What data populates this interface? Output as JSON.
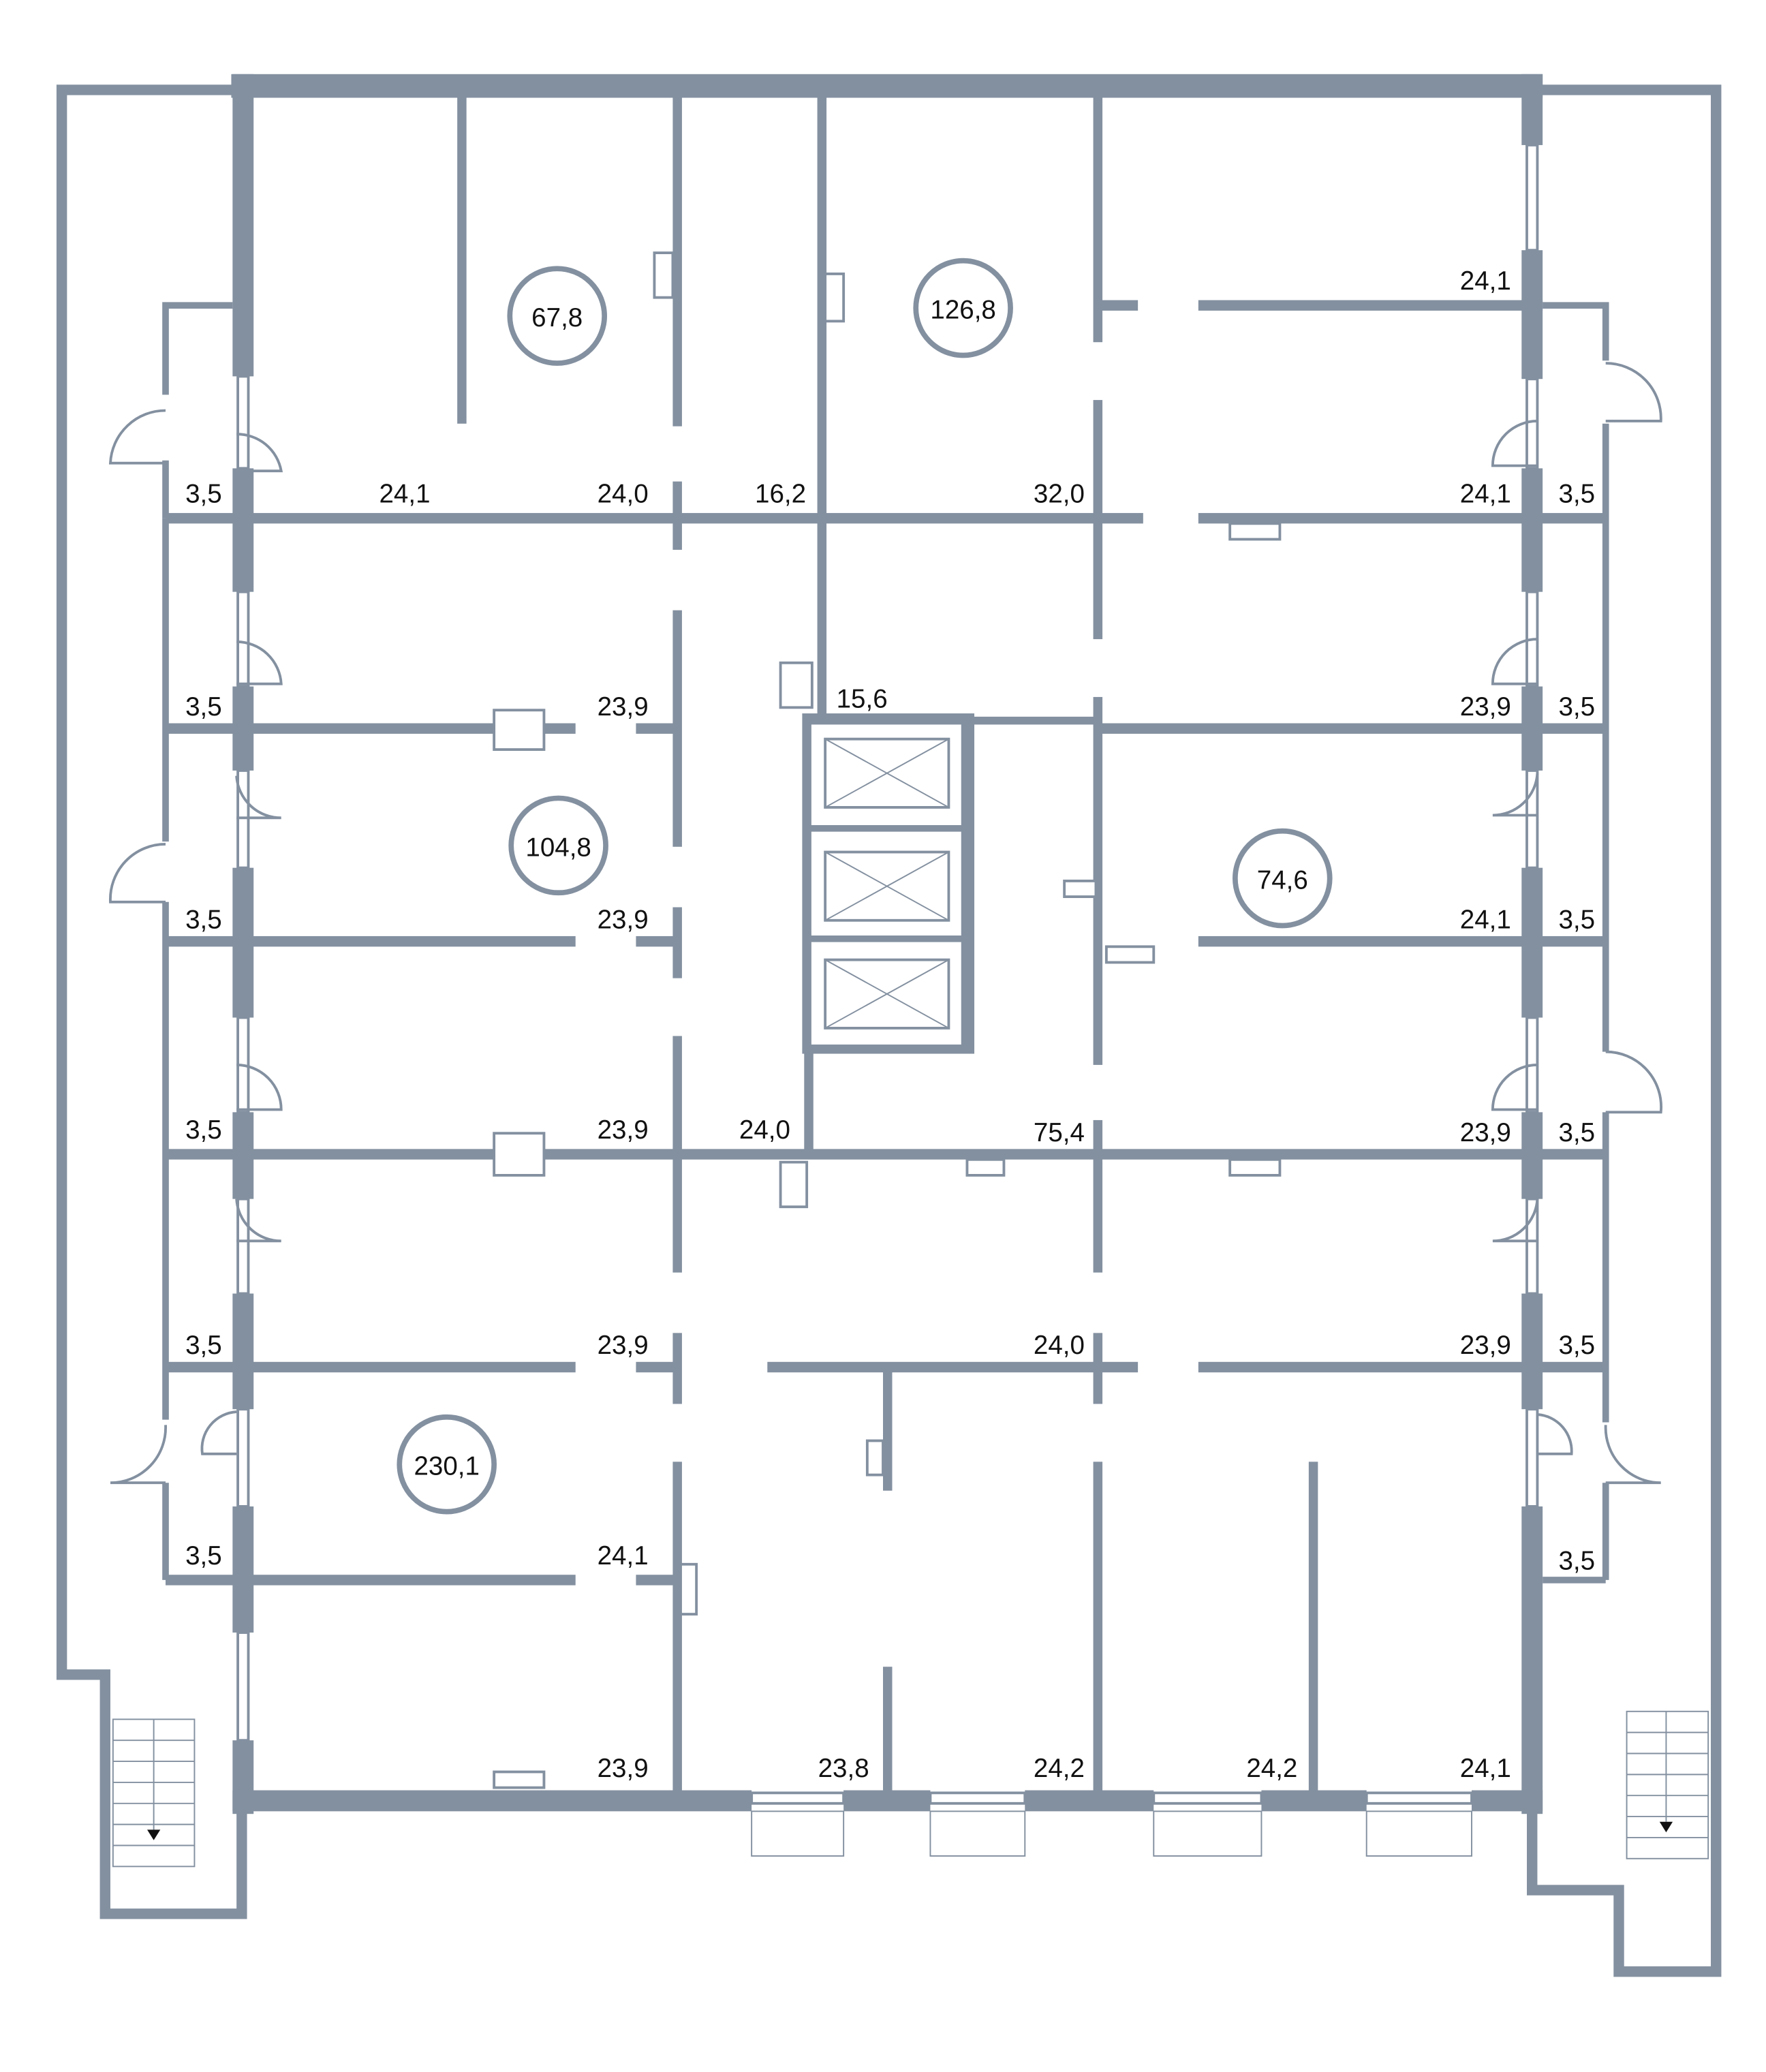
{
  "plan": {
    "wall_color": "#8390a0",
    "text_color": "#111111",
    "unit_areas": [
      "67,8",
      "126,8",
      "104,8",
      "74,6",
      "230,1"
    ],
    "room_areas": [
      "24,1",
      "24,1",
      "24,0",
      "16,2",
      "32,0",
      "24,1",
      "15,6",
      "23,9",
      "23,9",
      "23,9",
      "24,1",
      "24,0",
      "75,4",
      "23,9",
      "23,9",
      "23,9",
      "24,0",
      "23,9",
      "24,1",
      "23,9",
      "23,8",
      "24,2",
      "24,2",
      "24,1"
    ],
    "balcony_areas": [
      "3,5",
      "3,5",
      "3,5",
      "3,5",
      "3,5",
      "3,5",
      "3,5",
      "3,5",
      "3,5",
      "3,5",
      "3,5",
      "3,5"
    ]
  }
}
